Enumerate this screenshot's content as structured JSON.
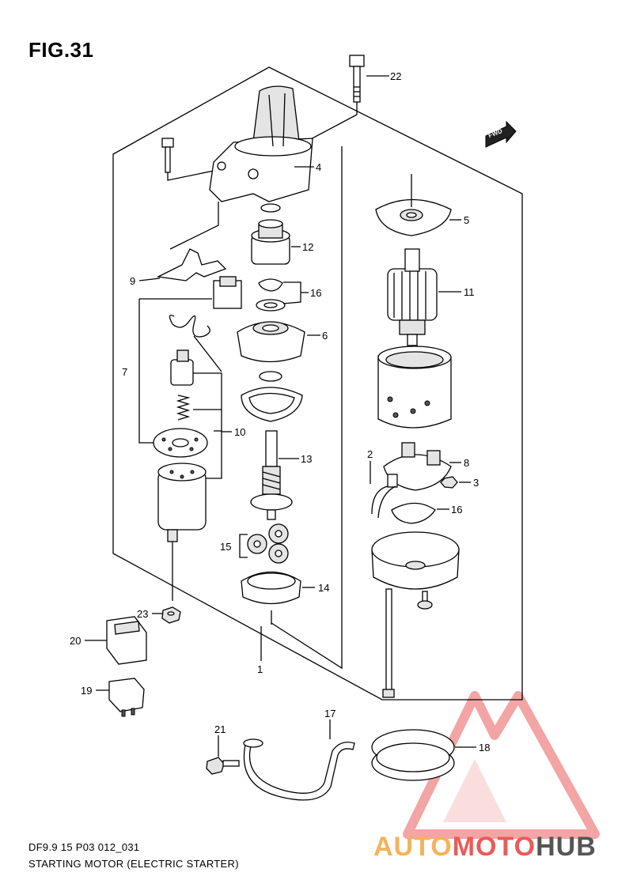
{
  "header": {
    "fig_label": "FIG.31"
  },
  "fwd_badge": "FWD",
  "callouts": [
    {
      "id": "22",
      "label": "22"
    },
    {
      "id": "4",
      "label": "4"
    },
    {
      "id": "5",
      "label": "5"
    },
    {
      "id": "12",
      "label": "12"
    },
    {
      "id": "9",
      "label": "9"
    },
    {
      "id": "16a",
      "label": "16"
    },
    {
      "id": "11",
      "label": "11"
    },
    {
      "id": "6",
      "label": "6"
    },
    {
      "id": "7",
      "label": "7"
    },
    {
      "id": "10",
      "label": "10"
    },
    {
      "id": "13",
      "label": "13"
    },
    {
      "id": "2",
      "label": "2"
    },
    {
      "id": "8",
      "label": "8"
    },
    {
      "id": "3",
      "label": "3"
    },
    {
      "id": "16b",
      "label": "16"
    },
    {
      "id": "15",
      "label": "15"
    },
    {
      "id": "14",
      "label": "14"
    },
    {
      "id": "23",
      "label": "23"
    },
    {
      "id": "20",
      "label": "20"
    },
    {
      "id": "1",
      "label": "1"
    },
    {
      "id": "19",
      "label": "19"
    },
    {
      "id": "21",
      "label": "21"
    },
    {
      "id": "17",
      "label": "17"
    },
    {
      "id": "18",
      "label": "18"
    }
  ],
  "footer": {
    "diagram_code": "DF9.9 15 P03 012_031",
    "caption": "STARTING MOTOR (ELECTRIC STARTER)"
  },
  "watermark": {
    "text_part1": "AUTO",
    "text_part2": "MOTO",
    "text_part3": "HUB",
    "colors": {
      "part1": "#f6b25a",
      "part2": "#ea5a5a",
      "part3": "#555555",
      "logo": "#ea5a5a"
    }
  }
}
